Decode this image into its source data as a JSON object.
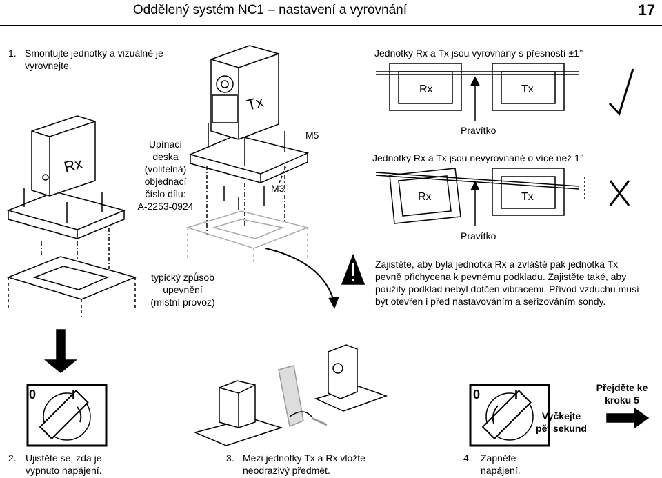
{
  "header": {
    "title": "Oddělený systém NC1 – nastavení a vyrovnání",
    "page_number": "17"
  },
  "step1": {
    "number": "1.",
    "text_line1": "Smontujte jednotky a vizuálně je",
    "text_line2": "vyrovnejte."
  },
  "mounting_plate": {
    "line1": "Upínací",
    "line2": "deska",
    "line3": "(volitelná)",
    "line4": "objednací",
    "line5": "číslo dílu:",
    "line6": "A-2253-0924"
  },
  "screws": {
    "m5": "M5",
    "m3": "M3"
  },
  "units": {
    "rx": "Rx",
    "tx": "Tx"
  },
  "alignment": {
    "ok_caption": "Jednotky Rx a Tx jsou vyrovnány s přesností ±1°",
    "bad_caption": "Jednotky Rx a Tx jsou nevyrovnané o více než 1°",
    "ruler": "Pravítko"
  },
  "typical_mount": {
    "line1": "typický způsob",
    "line2": "upevnění",
    "line3": "(místní provoz)"
  },
  "warning": {
    "line1": "Zajistěte, aby byla jednotka Rx a zvláště pak jednotka Tx",
    "line2": "pevně přichycena k pevnému podkladu. Zajistěte také, aby",
    "line3": "použitý podklad nebyl dotčen vibracemi. Přívod vzduchu musí",
    "line4": "být otevřen i před nastavováním a seřizováním sondy."
  },
  "switch": {
    "off": "0",
    "on": "I"
  },
  "step2": {
    "number": "2.",
    "line1": "Ujistěte se, zda je",
    "line2": "vypnuto napájení."
  },
  "step3": {
    "number": "3.",
    "line1": "Mezi jednotky Tx a Rx vložte",
    "line2": "neodrazivý předmět."
  },
  "step4": {
    "number": "4.",
    "line1": "Zapněte",
    "line2": "napájení.",
    "wait_line1": "Vyčkejte",
    "wait_line2": "pět sekund"
  },
  "next": {
    "line1": "Přejděte ke",
    "line2": "kroku 5"
  }
}
